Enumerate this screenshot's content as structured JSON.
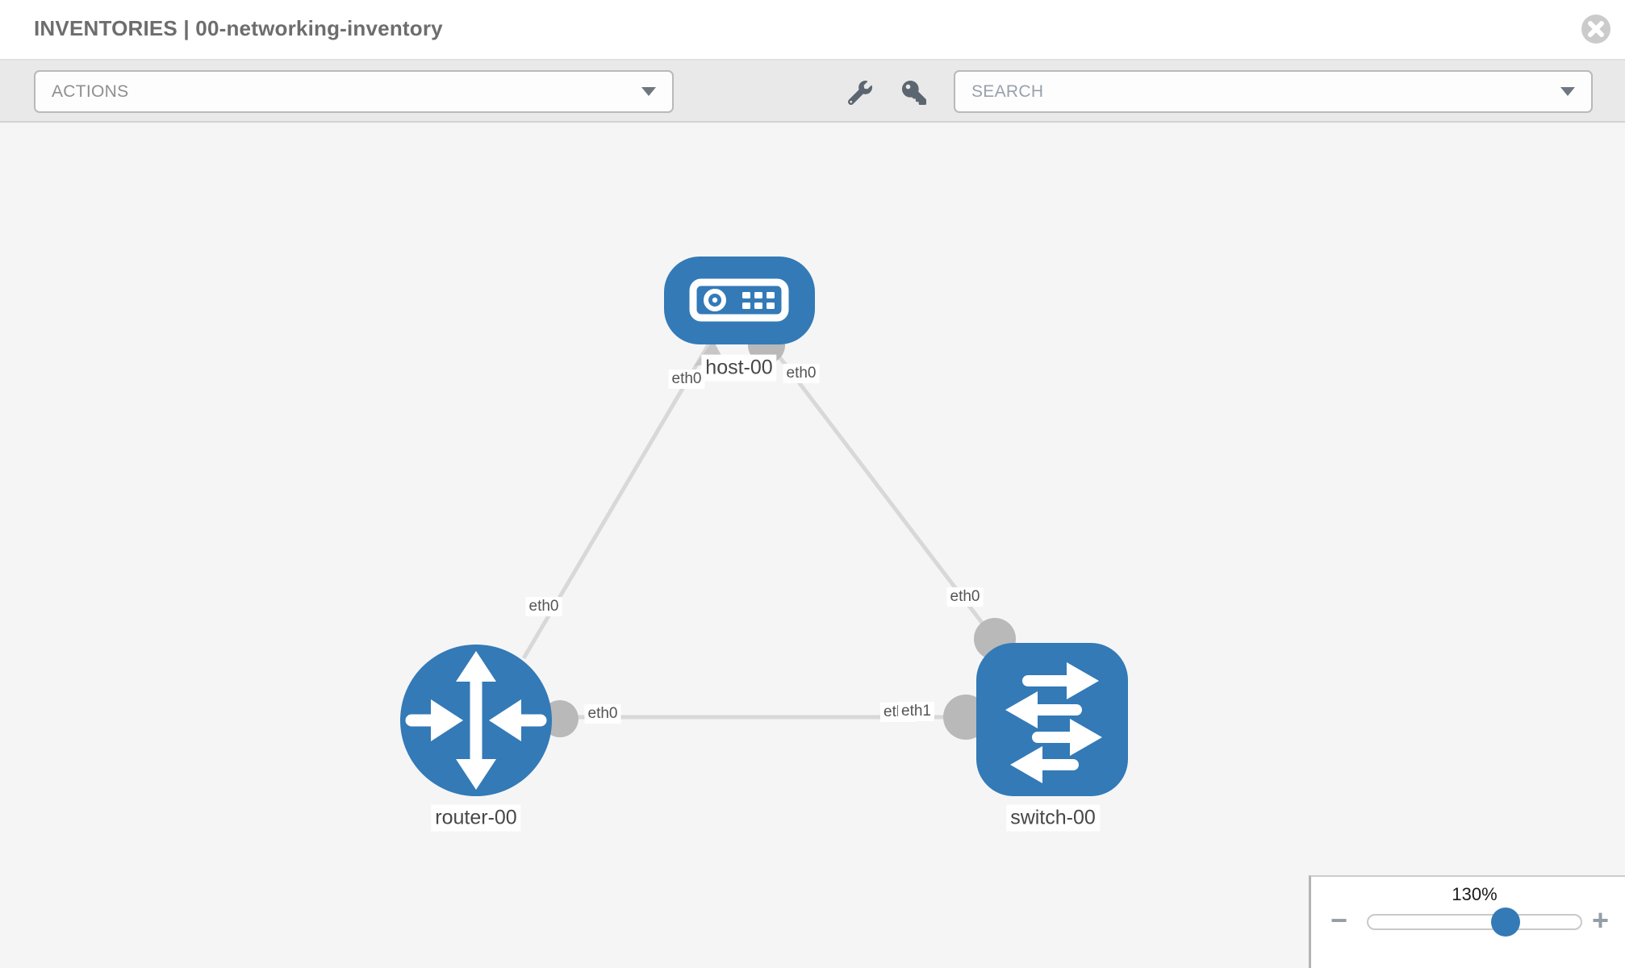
{
  "header": {
    "title": "INVENTORIES | 00-networking-inventory"
  },
  "toolbar": {
    "actions_label": "ACTIONS",
    "search_label": "SEARCH",
    "icons": [
      "wrench-icon",
      "key-icon"
    ]
  },
  "topology": {
    "nodes": [
      {
        "id": "host-00",
        "type": "host",
        "label": "host-00"
      },
      {
        "id": "router-00",
        "type": "router",
        "label": "router-00"
      },
      {
        "id": "switch-00",
        "type": "switch",
        "label": "switch-00"
      }
    ],
    "links": [
      {
        "source": "host-00",
        "target": "router-00",
        "source_interface": "eth0",
        "target_interface": "eth0"
      },
      {
        "source": "host-00",
        "target": "switch-00",
        "source_interface": "eth0",
        "target_interface": "eth0"
      },
      {
        "source": "router-00",
        "target": "switch-00",
        "source_interface": "eth0",
        "target_interface": "eth1"
      }
    ],
    "labels": {
      "host": "host-00",
      "router": "router-00",
      "switch": "switch-00",
      "host_if_left": "eth0",
      "host_if_right": "eth0",
      "router_if_top": "eth0",
      "switch_if_top": "eth0",
      "router_if_right": "eth0",
      "switch_if_left_back": "eth0",
      "switch_if_left_front": "eth1"
    }
  },
  "zoom_control": {
    "level": "130%",
    "minus_label": "−",
    "plus_label": "+"
  },
  "colors": {
    "node_fill": "#337ab7",
    "edge": "#d8d8d8",
    "port": "#b9b9b9",
    "canvas_bg": "#f5f5f6",
    "toolbar_bg": "#e9e9e9",
    "slider_handle": "#337ab7",
    "title_text": "#6d6d6d"
  }
}
